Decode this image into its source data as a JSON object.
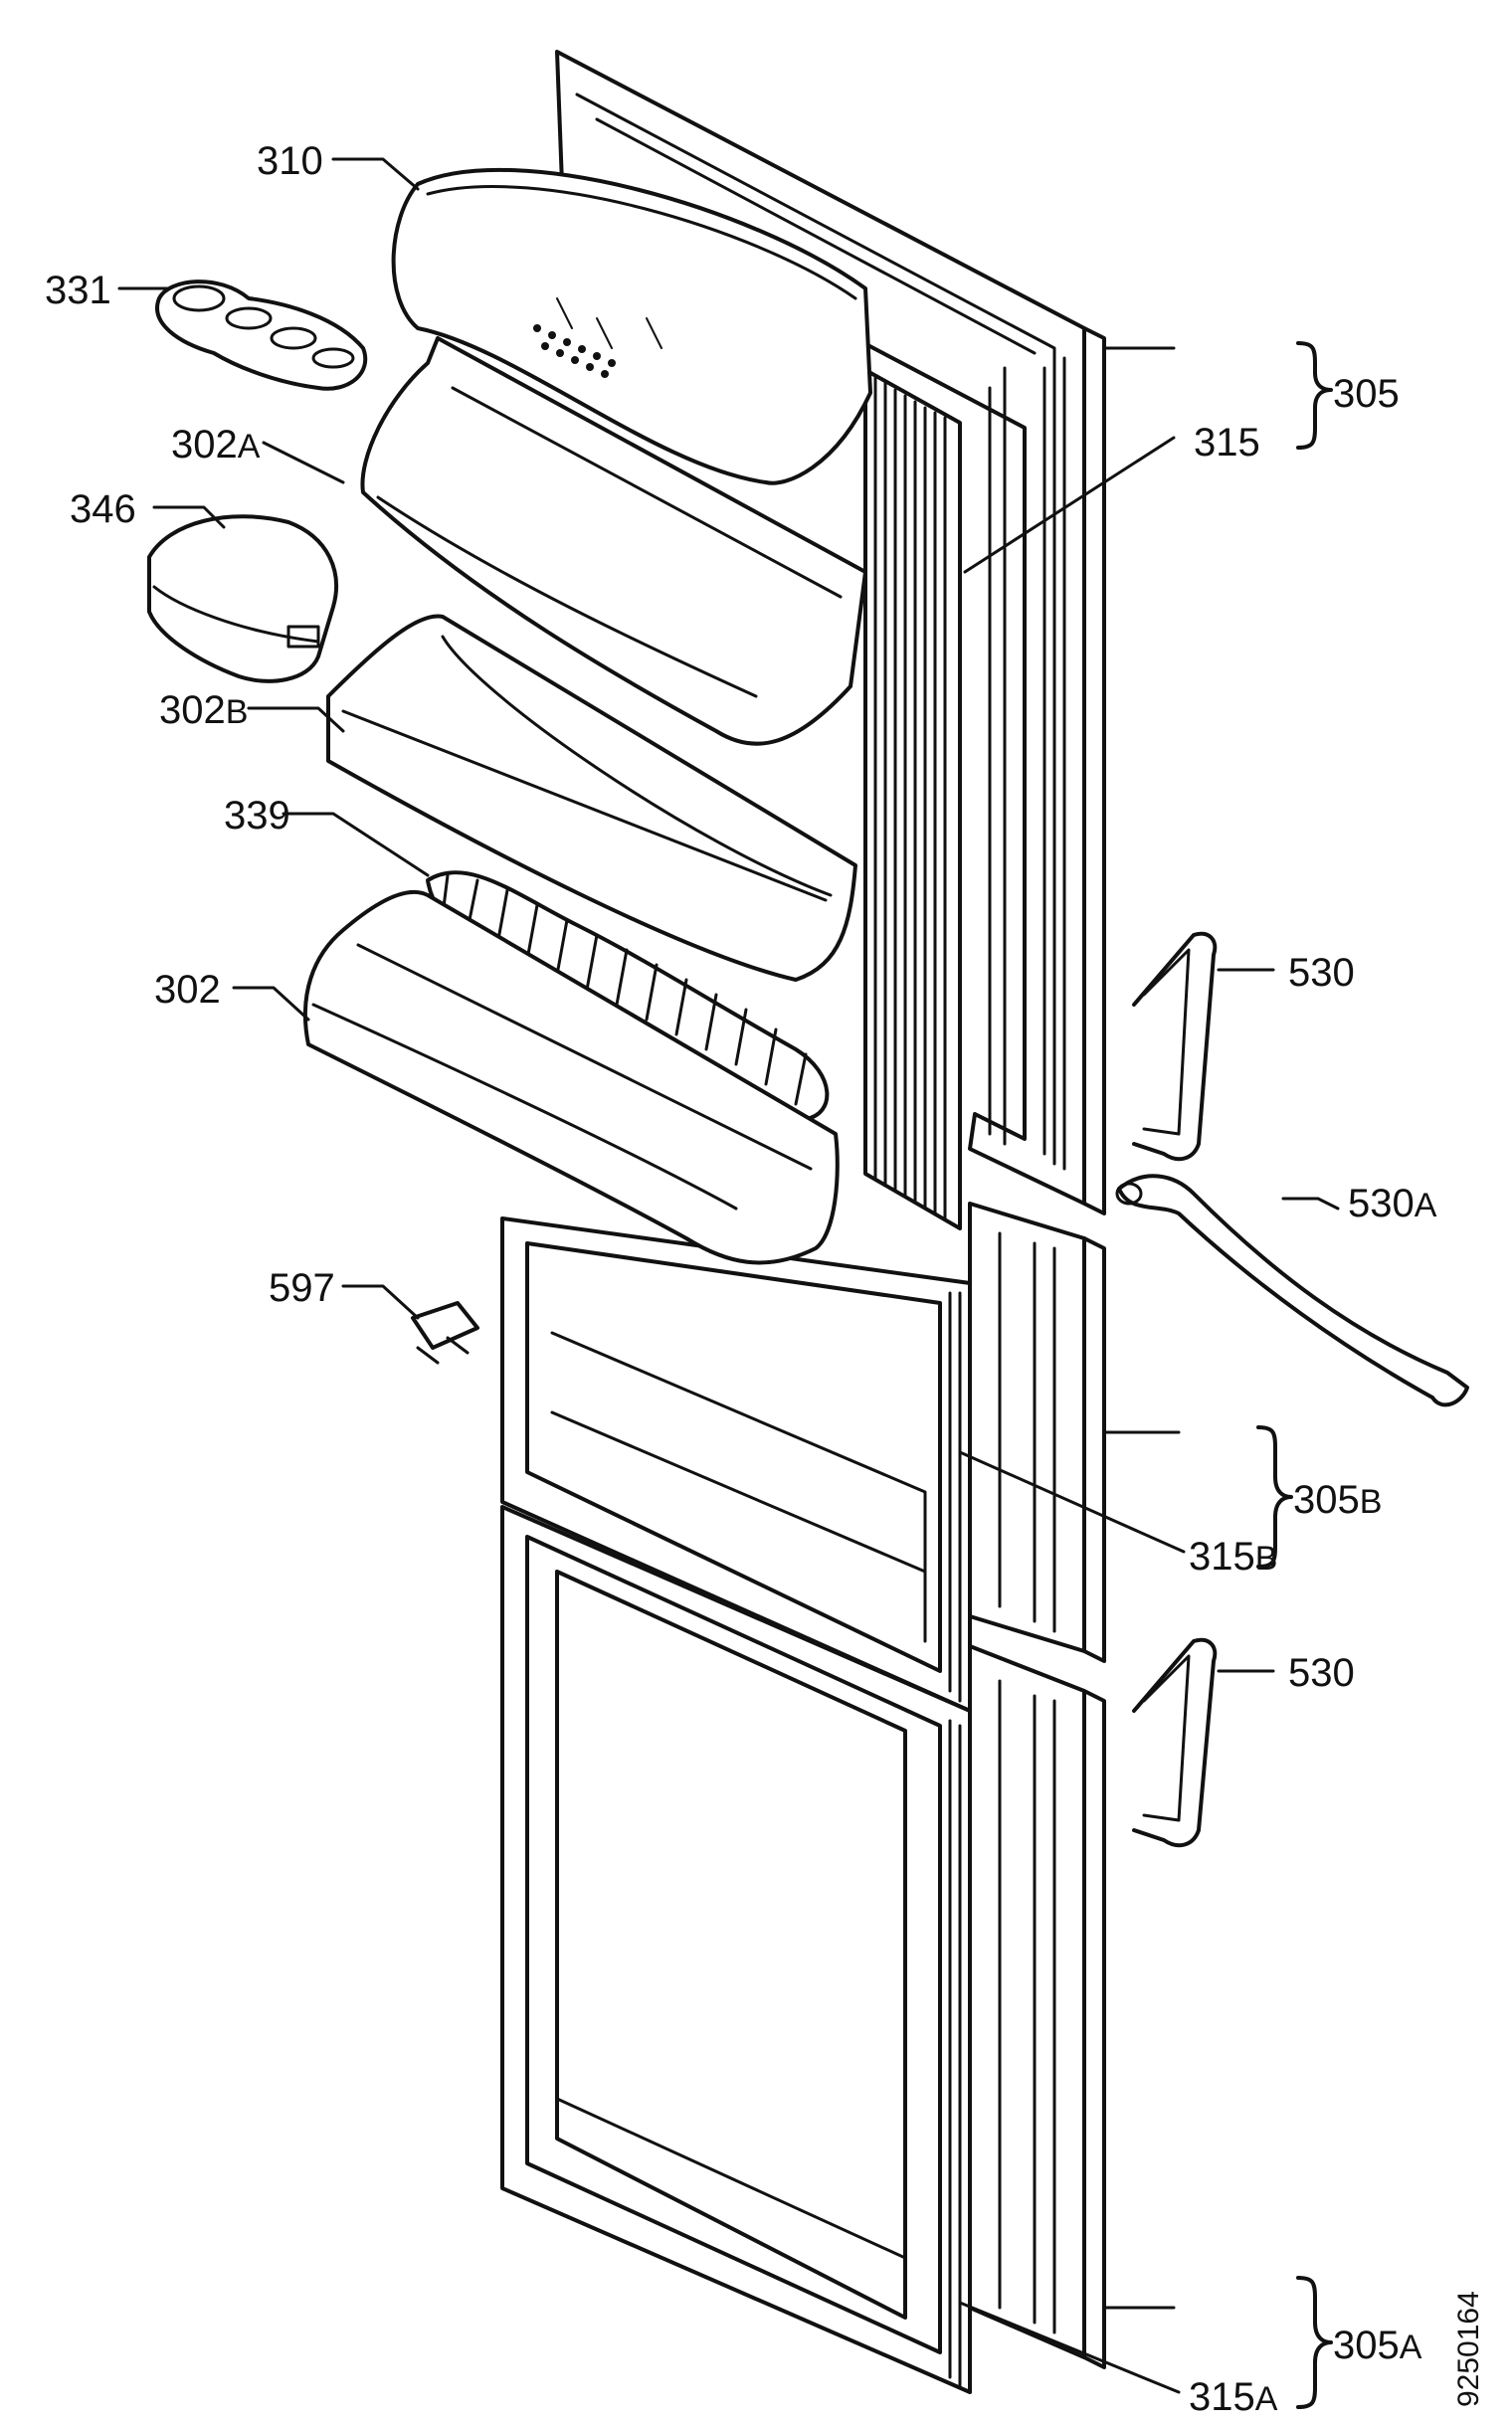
{
  "drawing_id": "9250164",
  "callouts": {
    "c310": "310",
    "c331": "331",
    "c302a": "302",
    "c302a_sub": "A",
    "c346": "346",
    "c302b": "302",
    "c302b_sub": "B",
    "c339": "339",
    "c302": "302",
    "c597": "597",
    "c305": "305",
    "c315": "315",
    "c530_top": "530",
    "c530a": "530",
    "c530a_sub": "A",
    "c305b": "305",
    "c305b_sub": "B",
    "c315b": "315",
    "c315b_sub": "B",
    "c530_bottom": "530",
    "c305a": "305",
    "c305a_sub": "A",
    "c315a": "315",
    "c315a_sub": "A"
  }
}
